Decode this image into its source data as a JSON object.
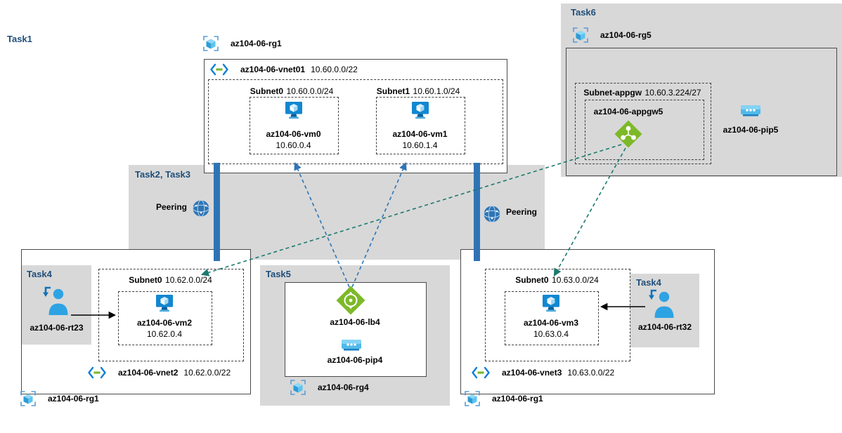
{
  "labels": {
    "task1": "Task1",
    "task23": "Task2, Task3",
    "task4_left": "Task4",
    "task4_right": "Task4",
    "task5": "Task5",
    "task6": "Task6",
    "peering_left": "Peering",
    "peering_right": "Peering"
  },
  "rg_top": {
    "name": "az104-06-rg1"
  },
  "vnet01": {
    "name": "az104-06-vnet01",
    "cidr": "10.60.0.0/22",
    "subnet0": {
      "name": "Subnet0",
      "cidr": "10.60.0.0/24",
      "vm_name": "az104-06-vm0",
      "vm_ip": "10.60.0.4"
    },
    "subnet1": {
      "name": "Subnet1",
      "cidr": "10.60.1.0/24",
      "vm_name": "az104-06-vm1",
      "vm_ip": "10.60.1.4"
    }
  },
  "task6": {
    "rg_name": "az104-06-rg5",
    "subnet_appgw": {
      "name": "Subnet-appgw",
      "cidr": "10.60.3.224/27",
      "appgw_name": "az104-06-appgw5"
    },
    "pip_name": "az104-06-pip5"
  },
  "vnet2": {
    "rt_name": "az104-06-rt23",
    "subnet0": {
      "name": "Subnet0",
      "cidr": "10.62.0.0/24",
      "vm_name": "az104-06-vm2",
      "vm_ip": "10.62.0.4"
    },
    "name": "az104-06-vnet2",
    "cidr": "10.62.0.0/22",
    "rg_name": "az104-06-rg1"
  },
  "task5": {
    "lb_name": "az104-06-lb4",
    "pip_name": "az104-06-pip4",
    "rg_name": "az104-06-rg4"
  },
  "vnet3": {
    "rt_name": "az104-06-rt32",
    "subnet0": {
      "name": "Subnet0",
      "cidr": "10.63.0.0/24",
      "vm_name": "az104-06-vm3",
      "vm_ip": "10.63.0.4"
    },
    "name": "az104-06-vnet3",
    "cidr": "10.63.0.0/22",
    "rg_name": "az104-06-rg1"
  },
  "connections": [
    {
      "from": "az104-06-lb4",
      "to": "az104-06-vm0",
      "style": "dashed-blue-arrow"
    },
    {
      "from": "az104-06-lb4",
      "to": "az104-06-vm1",
      "style": "dashed-blue-arrow"
    },
    {
      "from": "az104-06-appgw5",
      "to": "az104-06-vm2",
      "style": "dashed-teal-arrow"
    },
    {
      "from": "az104-06-appgw5",
      "to": "az104-06-vm3",
      "style": "dashed-teal-arrow"
    },
    {
      "from": "az104-06-rt23",
      "to": "az104-06-vm2",
      "style": "solid-black-arrow"
    },
    {
      "from": "az104-06-rt32",
      "to": "az104-06-vm3",
      "style": "solid-black-arrow"
    },
    {
      "type": "peering",
      "between": [
        "az104-06-vnet01",
        "az104-06-vnet2"
      ]
    },
    {
      "type": "peering",
      "between": [
        "az104-06-vnet01",
        "az104-06-vnet3"
      ]
    }
  ],
  "colors": {
    "task_label": "#1f4e79",
    "task_box_fill": "#d8d8d8",
    "peering_bar": "#2e74b5",
    "arrow_blue": "#2e74b5",
    "arrow_teal": "#1b7a6e",
    "arrow_black": "#000000",
    "vm_blue": "#1287d1",
    "appliance_green": "#7db928",
    "public_ip_blue": "#50b9e8"
  },
  "icons": {
    "resource_group": "resource-group-icon",
    "virtual_network": "vnet-icon",
    "virtual_machine": "vm-icon",
    "load_balancer": "load-balancer-icon",
    "app_gateway": "app-gateway-icon",
    "public_ip": "public-ip-icon",
    "peering": "peering-globe-icon",
    "route_table": "route-table-user-icon"
  }
}
